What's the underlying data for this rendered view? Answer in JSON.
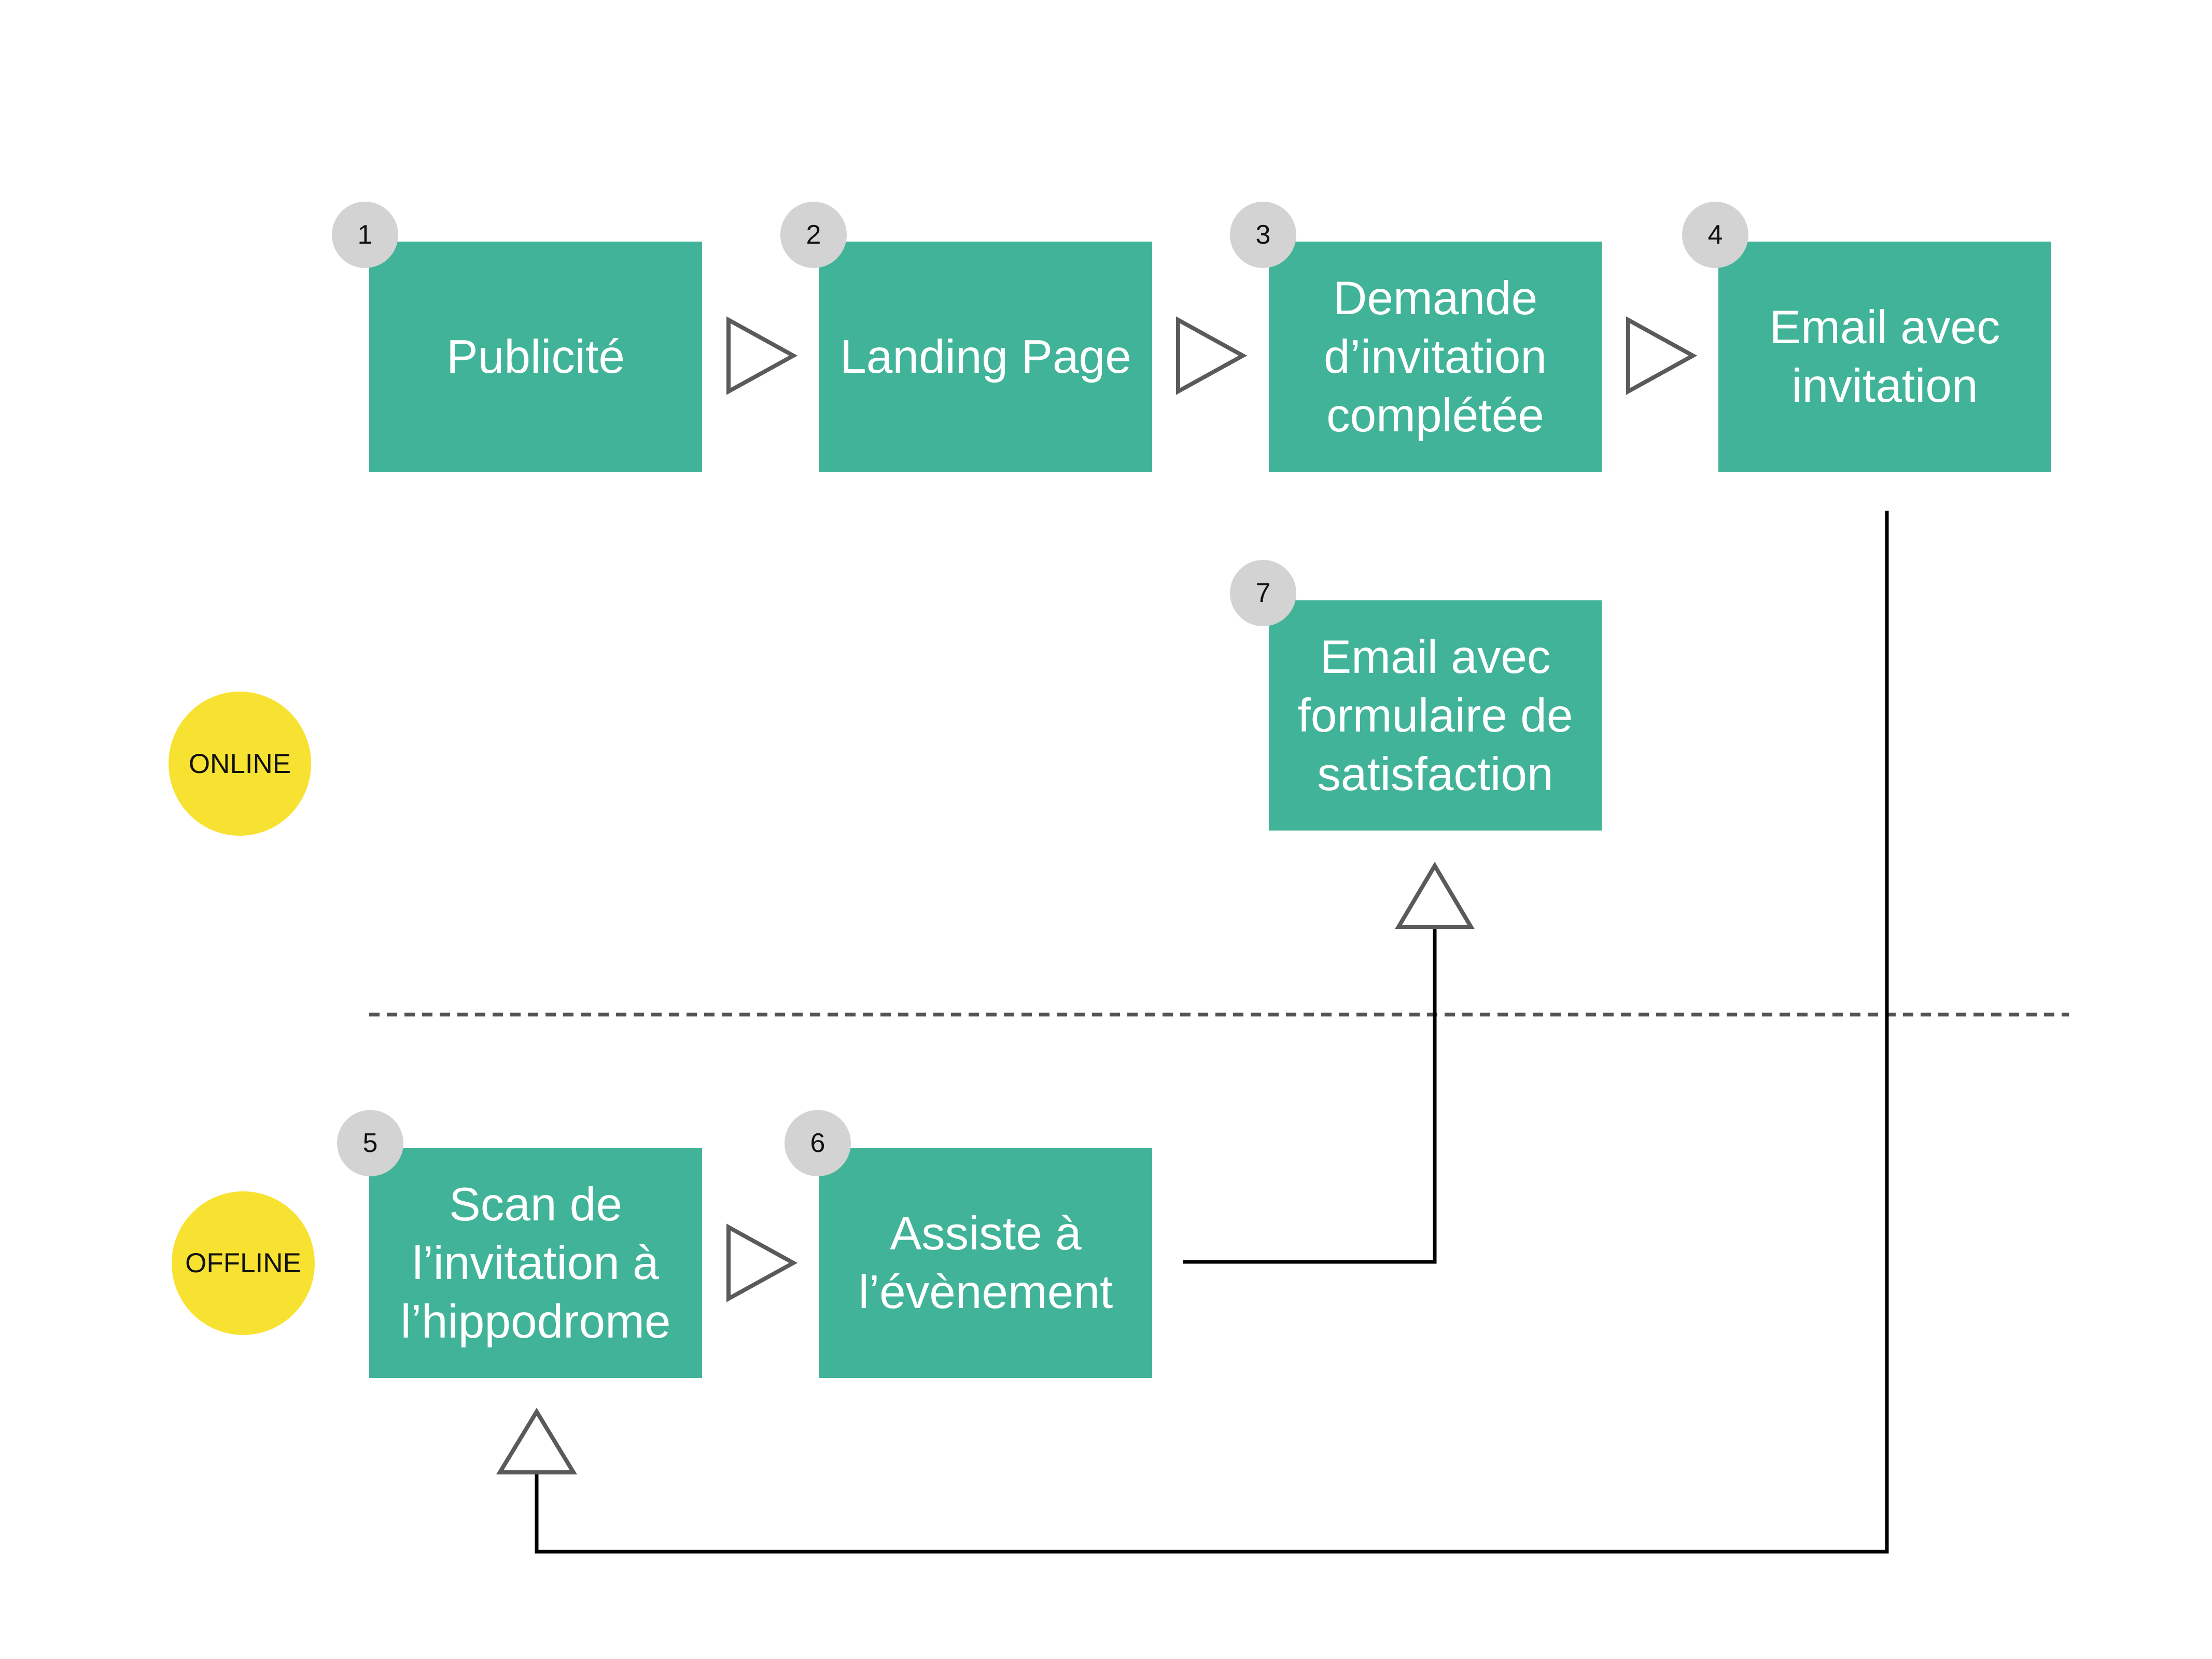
{
  "colors": {
    "step_fill": "#41b398",
    "step_text": "#ffffff",
    "badge_fill": "#d3d3d3",
    "zone_fill": "#f8e231",
    "connector": "#000000",
    "arrowhead_stroke": "#5a5a5a",
    "divider": "#555555"
  },
  "zones": {
    "online": "ONLINE",
    "offline": "OFFLINE"
  },
  "steps": [
    {
      "number": "1",
      "label": "Publicité"
    },
    {
      "number": "2",
      "label": "Landing Page"
    },
    {
      "number": "3",
      "label": "Demande\nd’invitation\ncomplétée"
    },
    {
      "number": "4",
      "label": "Email avec\ninvitation"
    },
    {
      "number": "5",
      "label": "Scan de\nl’invitation à\nl’hippodrome"
    },
    {
      "number": "6",
      "label": "Assiste à\nl’évènement"
    },
    {
      "number": "7",
      "label": "Email avec\nformulaire de\nsatisfaction"
    }
  ],
  "flow": [
    {
      "from": "1",
      "to": "2"
    },
    {
      "from": "2",
      "to": "3"
    },
    {
      "from": "3",
      "to": "4"
    },
    {
      "from": "4",
      "to": "5"
    },
    {
      "from": "5",
      "to": "6"
    },
    {
      "from": "6",
      "to": "7"
    }
  ]
}
